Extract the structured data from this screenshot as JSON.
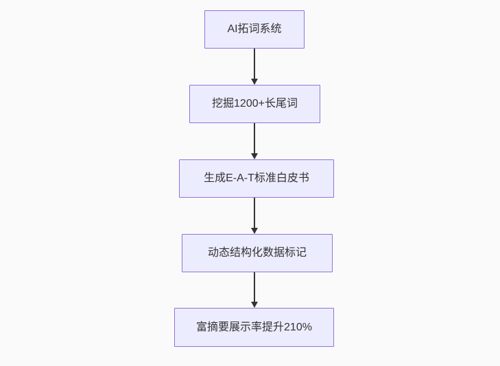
{
  "colors": {
    "background": "#fafafa",
    "node-fill": "#ececff",
    "node-border": "#9370db",
    "node-text": "#333333",
    "arrow": "#333333"
  },
  "flowchart": {
    "type": "flowchart",
    "direction": "top-down",
    "nodes": [
      {
        "label": "AI拓词系统"
      },
      {
        "label": "挖掘1200+长尾词"
      },
      {
        "label": "生成E-A-T标准白皮书"
      },
      {
        "label": "动态结构化数据标记"
      },
      {
        "label": "富摘要展示率提升210%"
      }
    ],
    "edges": [
      {
        "from": "AI拓词系统",
        "to": "挖掘1200+长尾词"
      },
      {
        "from": "挖掘1200+长尾词",
        "to": "生成E-A-T标准白皮书"
      },
      {
        "from": "生成E-A-T标准白皮书",
        "to": "动态结构化数据标记"
      },
      {
        "from": "动态结构化数据标记",
        "to": "富摘要展示率提升210%"
      }
    ]
  }
}
